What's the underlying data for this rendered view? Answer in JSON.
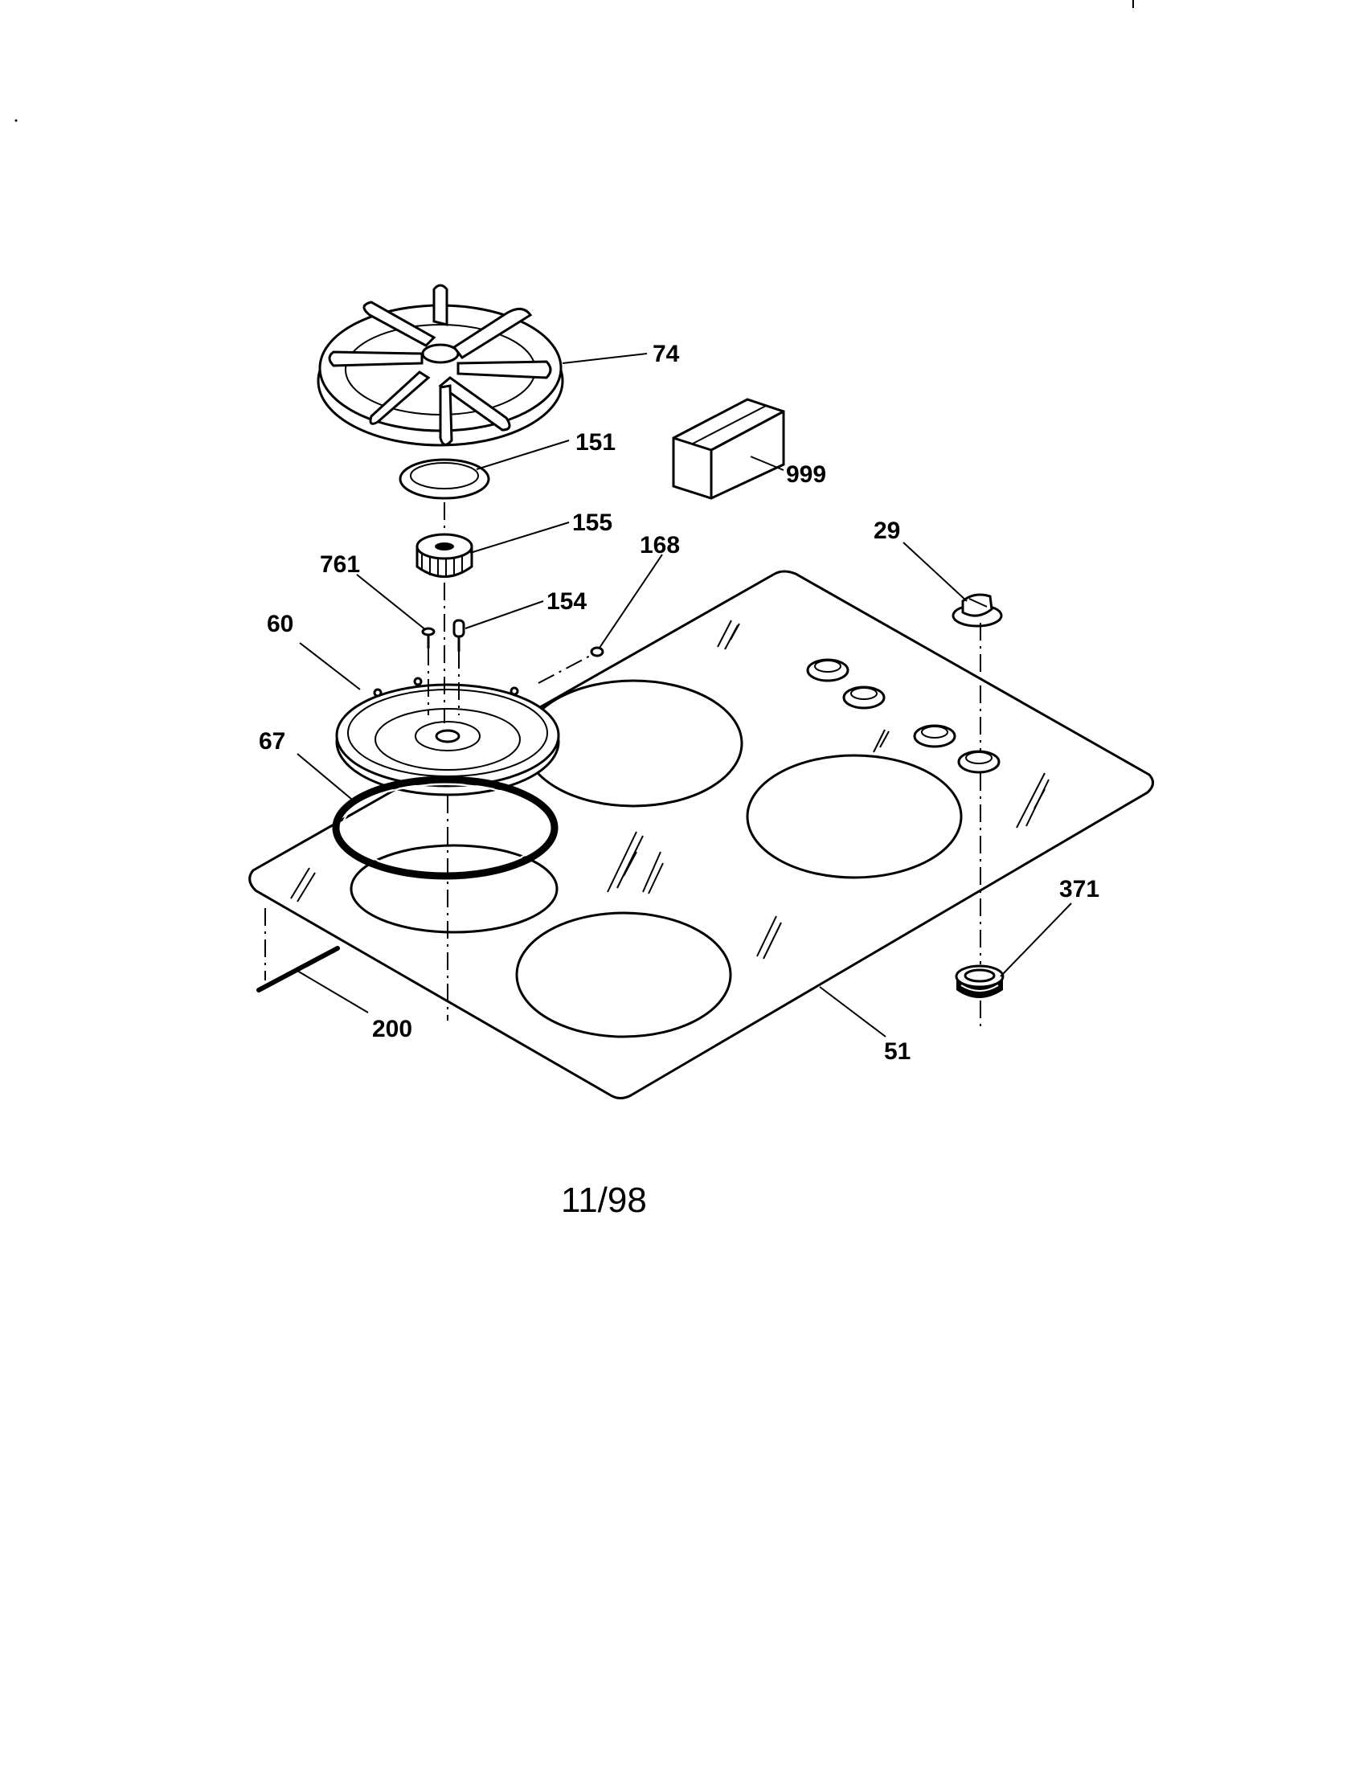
{
  "diagram": {
    "parts": [
      {
        "id": "74",
        "label": "74",
        "name": "burner-grate"
      },
      {
        "id": "151",
        "label": "151",
        "name": "burner-cap"
      },
      {
        "id": "155",
        "label": "155",
        "name": "burner-head"
      },
      {
        "id": "168",
        "label": "168",
        "name": "grommet"
      },
      {
        "id": "154",
        "label": "154",
        "name": "spark-electrode"
      },
      {
        "id": "761",
        "label": "761",
        "name": "screw"
      },
      {
        "id": "60",
        "label": "60",
        "name": "burner-bowl"
      },
      {
        "id": "67",
        "label": "67",
        "name": "gasket-ring"
      },
      {
        "id": "999",
        "label": "999",
        "name": "parts-box"
      },
      {
        "id": "29",
        "label": "29",
        "name": "control-knob"
      },
      {
        "id": "371",
        "label": "371",
        "name": "knob-bezel"
      },
      {
        "id": "200",
        "label": "200",
        "name": "pin"
      },
      {
        "id": "51",
        "label": "51",
        "name": "cooktop-glass"
      }
    ],
    "footer_date": "11/98"
  }
}
